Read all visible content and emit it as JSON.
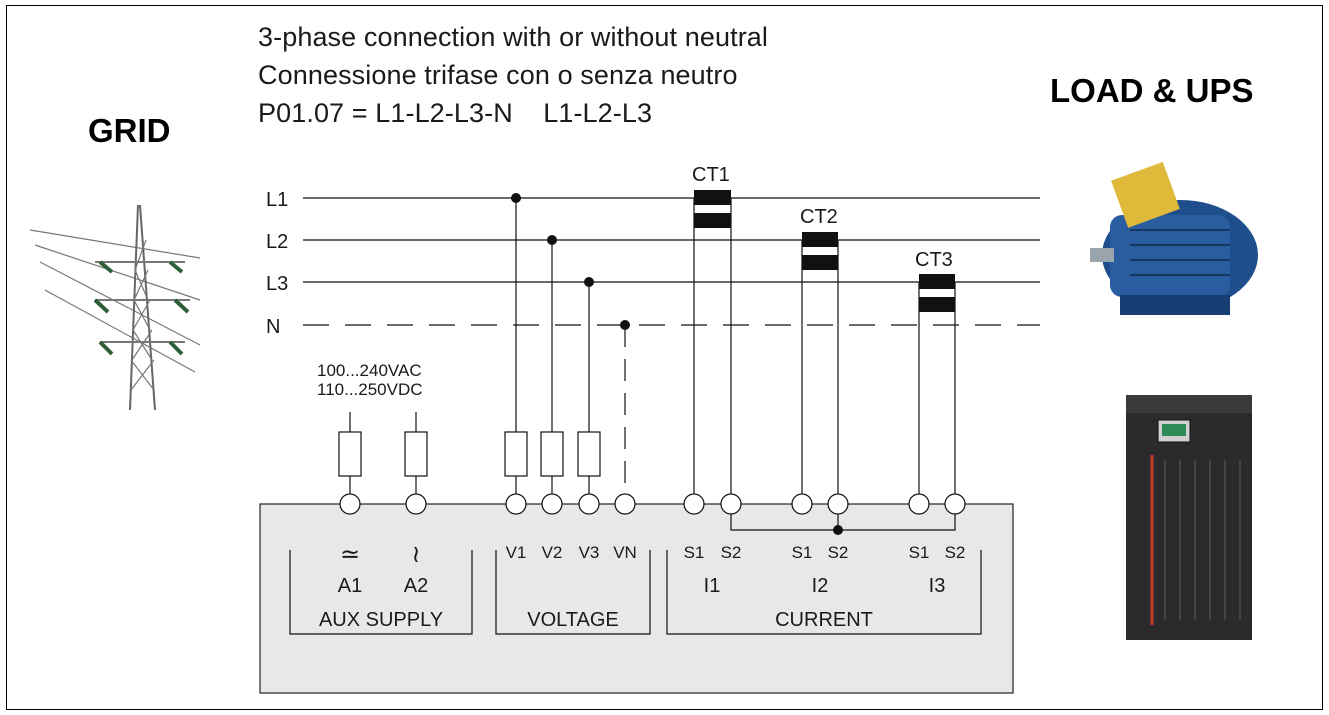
{
  "title": {
    "line1": "3-phase connection with or without neutral",
    "line2": "Connessione trifase con o senza neutro",
    "line3": "P01.07 = L1-L2-L3-N    L1-L2-L3"
  },
  "grid_label": "GRID",
  "load_label": "LOAD & UPS",
  "lines": [
    "L1",
    "L2",
    "L3",
    "N"
  ],
  "cts": [
    "CT1",
    "CT2",
    "CT3"
  ],
  "aux_rating": {
    "ac": "100...240VAC",
    "dc": "110...250VDC"
  },
  "aux": {
    "a1": "A1",
    "a2": "A2",
    "group": "AUX SUPPLY",
    "sym1": "≃",
    "sym2": "≀"
  },
  "voltage": {
    "v1": "V1",
    "v2": "V2",
    "v3": "V3",
    "vn": "VN",
    "group": "VOLTAGE"
  },
  "current": {
    "s1": "S1",
    "s2": "S2",
    "i1": "I1",
    "i2": "I2",
    "i3": "I3",
    "group": "CURRENT"
  },
  "colors": {
    "device_fill": "#e8e8e8",
    "motor": "#1f4e8c",
    "ups": "#2b2b2b",
    "ups_accent": "#c0392b"
  },
  "icons": [
    "power-pylon-icon",
    "electric-motor-icon",
    "ups-cabinet-icon"
  ]
}
